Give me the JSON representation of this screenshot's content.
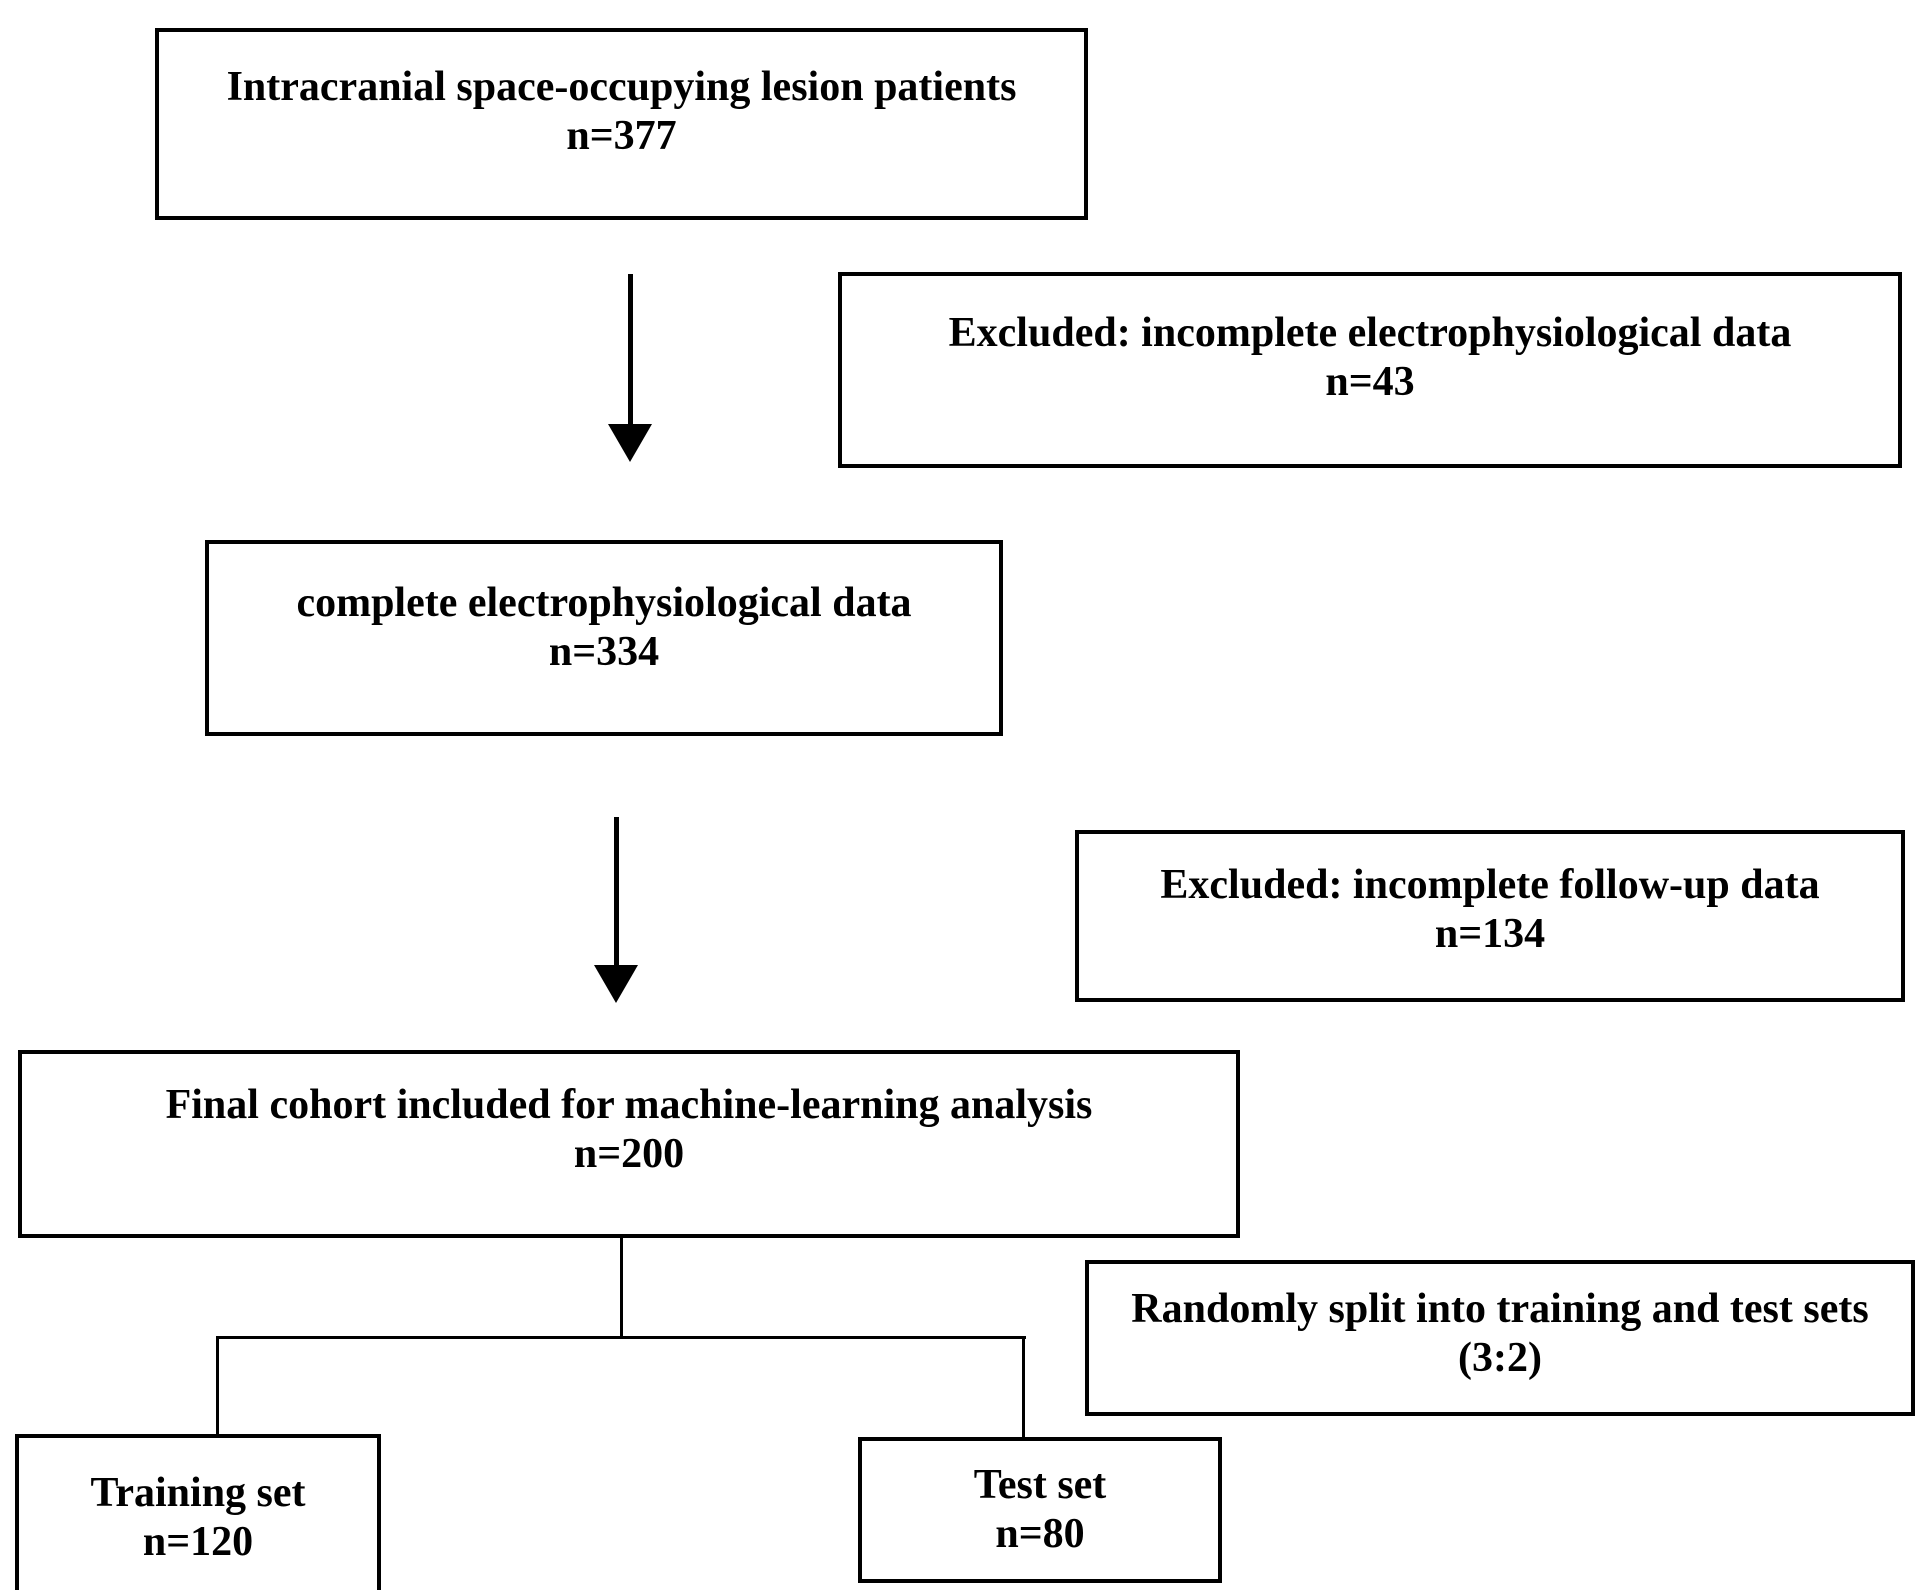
{
  "diagram": {
    "title": "Patient selection and machine-learning cohort flowchart",
    "background_color": "#ffffff",
    "line_color": "#000000",
    "text_color": "#000000",
    "nodes": [
      {
        "id": "source",
        "name": "intracranial-lesion-patients",
        "line1": "Intracranial space-occupying lesion patients",
        "line2": "n=377",
        "count": 377
      },
      {
        "id": "excluded-electrophysiology",
        "name": "excluded-incomplete-electrophysiological-data",
        "line1": "Excluded: incomplete electrophysiological data",
        "line2": "n=43",
        "count": 43
      },
      {
        "id": "complete-electrophysiology",
        "name": "complete-electrophysiological-data",
        "line1": "complete electrophysiological data",
        "line2": "n=334",
        "count": 334
      },
      {
        "id": "excluded-followup",
        "name": "excluded-incomplete-follow-up-data",
        "line1": "Excluded: incomplete follow-up data",
        "line2": "n=134",
        "count": 134
      },
      {
        "id": "final-cohort",
        "name": "final-cohort-machine-learning",
        "line1": "Final cohort included for machine-learning analysis",
        "line2": "n=200",
        "count": 200
      },
      {
        "id": "split-note",
        "name": "random-split-note",
        "line1": "Randomly split into training and test sets",
        "line2": "(3:2)",
        "ratio": "3:2"
      },
      {
        "id": "training-set",
        "name": "training-set",
        "line1": "Training set",
        "line2": "n=120",
        "count": 120
      },
      {
        "id": "test-set",
        "name": "test-set",
        "line1": "Test set",
        "line2": "n=80",
        "count": 80
      }
    ],
    "connectors": [
      {
        "name": "arrow-source-to-complete",
        "type": "down-arrow"
      },
      {
        "name": "arrow-complete-to-final",
        "type": "down-arrow"
      },
      {
        "name": "split-branch-final-to-sets",
        "type": "bracket"
      }
    ]
  }
}
